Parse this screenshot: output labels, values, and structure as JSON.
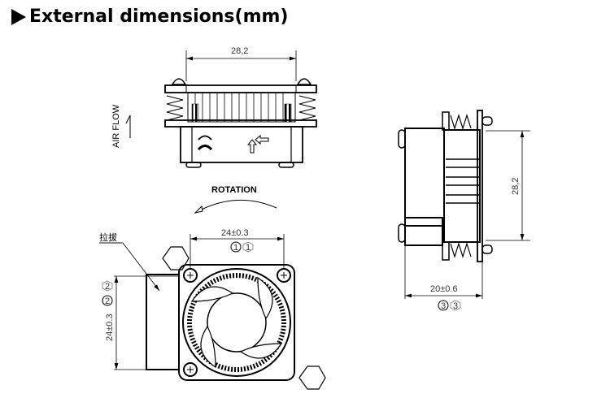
{
  "header": {
    "title": "External dimensions(mm)",
    "marker_icon": "triangle-right-icon"
  },
  "front_view": {
    "width_dim": "28,2",
    "airflow_label": "AIR FLOW"
  },
  "bottom_view": {
    "rotation_label": "ROTATION",
    "width_dim": "24±0.3",
    "height_dim": "24±0.3",
    "pull_tab_label": "拉拔",
    "callout_1": "1",
    "callout_2": "2"
  },
  "side_view": {
    "height_dim": "28,2",
    "depth_dim": "20±0.6",
    "callout_3": "3"
  },
  "colors": {
    "line": "#000000",
    "dim": "#333333"
  }
}
